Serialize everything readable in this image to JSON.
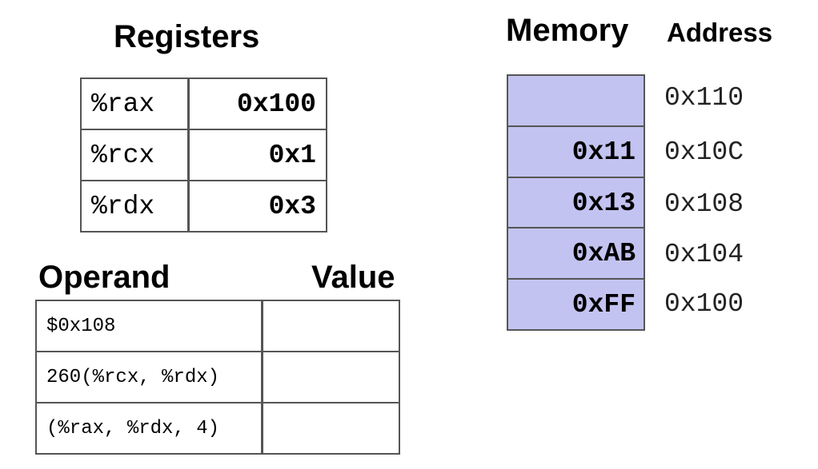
{
  "registers": {
    "title": "Registers",
    "rows": [
      {
        "name": "%rax",
        "value": "0x100"
      },
      {
        "name": "%rcx",
        "value": "0x1"
      },
      {
        "name": "%rdx",
        "value": "0x3"
      }
    ]
  },
  "operands": {
    "operand_header": "Operand",
    "value_header": "Value",
    "rows": [
      {
        "operand": "$0x108",
        "value": ""
      },
      {
        "operand": "260(%rcx, %rdx)",
        "value": ""
      },
      {
        "operand": "(%rax, %rdx, 4)",
        "value": ""
      }
    ]
  },
  "memory": {
    "title": "Memory",
    "address_header": "Address",
    "cell_color": "#c3c3f1",
    "rows": [
      {
        "value": "",
        "address": "0x110"
      },
      {
        "value": "0x11",
        "address": "0x10C"
      },
      {
        "value": "0x13",
        "address": "0x108"
      },
      {
        "value": "0xAB",
        "address": "0x104"
      },
      {
        "value": "0xFF",
        "address": "0x100"
      }
    ]
  }
}
